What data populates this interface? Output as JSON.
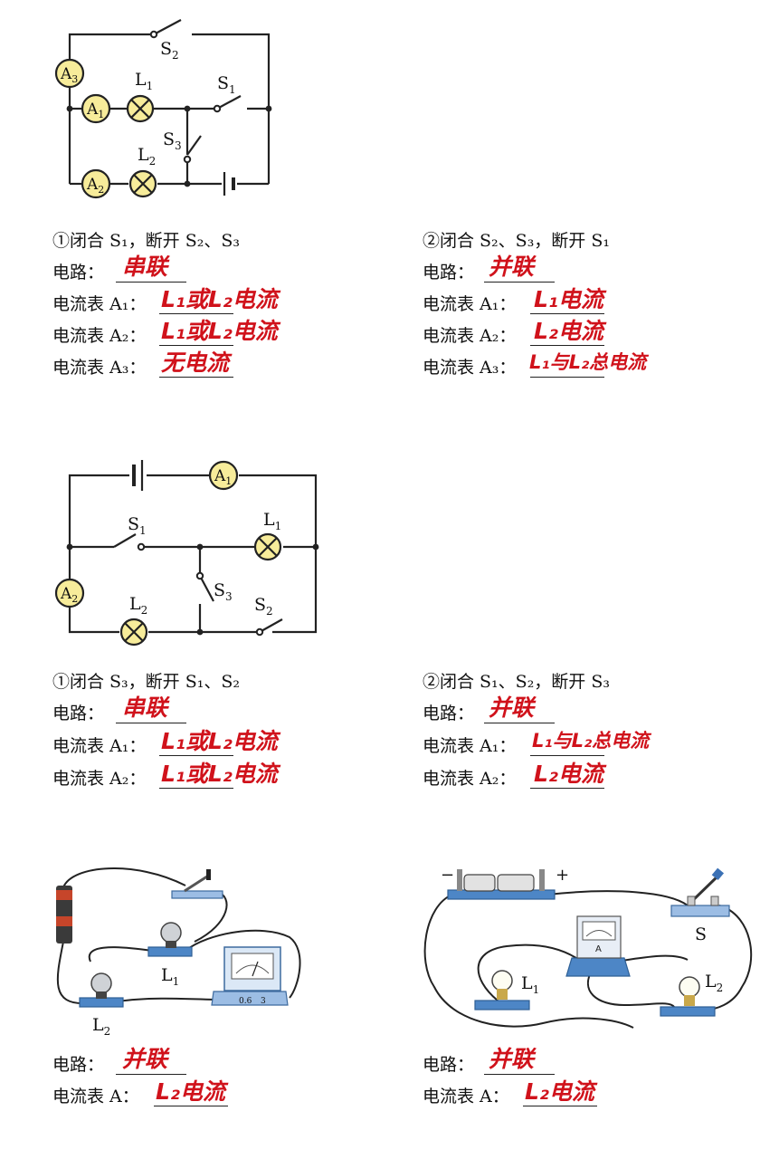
{
  "colors": {
    "meter_fill": "#f7ec9a",
    "answer": "#d0121b",
    "wire": "#222222",
    "base_blue": "#4d86c6"
  },
  "circuit1": {
    "meters": [
      "A3",
      "A1",
      "A2"
    ],
    "lamps": [
      "L1",
      "L2"
    ],
    "switches": [
      "S1",
      "S2",
      "S3"
    ]
  },
  "circuit2": {
    "meters": [
      "A1",
      "A2"
    ],
    "lamps": [
      "L1",
      "L2"
    ],
    "switches": [
      "S1",
      "S2",
      "S3"
    ]
  },
  "photo3": {
    "lamp_labels": [
      "L1",
      "L2"
    ],
    "ammeter_scale": [
      "0.6",
      "3"
    ]
  },
  "photo4": {
    "lamp_labels": [
      "L1",
      "L2"
    ],
    "switch_label": "S",
    "battery_minus": "−",
    "battery_plus": "+"
  },
  "q1a": {
    "title": "①闭合 S₁，断开 S₂、S₃",
    "rows": [
      {
        "label": "电路：",
        "answer": "串联"
      },
      {
        "label": "电流表 A₁：",
        "answer": "L₁或L₂电流"
      },
      {
        "label": "电流表 A₂：",
        "answer": "L₁或L₂电流"
      },
      {
        "label": "电流表 A₃：",
        "answer": "无电流"
      }
    ]
  },
  "q1b": {
    "title": "②闭合 S₂、S₃，断开 S₁",
    "rows": [
      {
        "label": "电路：",
        "answer": "并联"
      },
      {
        "label": "电流表 A₁：",
        "answer": "L₁电流"
      },
      {
        "label": "电流表 A₂：",
        "answer": "L₂电流"
      },
      {
        "label": "电流表 A₃：",
        "answer": "L₁与L₂总电流"
      }
    ]
  },
  "q2a": {
    "title": "①闭合 S₃，断开 S₁、S₂",
    "rows": [
      {
        "label": "电路：",
        "answer": "串联"
      },
      {
        "label": "电流表 A₁：",
        "answer": "L₁或L₂电流"
      },
      {
        "label": "电流表 A₂：",
        "answer": "L₁或L₂电流"
      }
    ]
  },
  "q2b": {
    "title": "②闭合 S₁、S₂，断开 S₃",
    "rows": [
      {
        "label": "电路：",
        "answer": "并联"
      },
      {
        "label": "电流表 A₁：",
        "answer": "L₁与L₂总电流"
      },
      {
        "label": "电流表 A₂：",
        "answer": "L₂电流"
      }
    ]
  },
  "q3a": {
    "rows": [
      {
        "label": "电路：",
        "answer": "并联"
      },
      {
        "label": "电流表 A：",
        "answer": "L₂电流"
      }
    ]
  },
  "q3b": {
    "rows": [
      {
        "label": "电路：",
        "answer": "并联"
      },
      {
        "label": "电流表 A：",
        "answer": "L₂电流"
      }
    ]
  }
}
